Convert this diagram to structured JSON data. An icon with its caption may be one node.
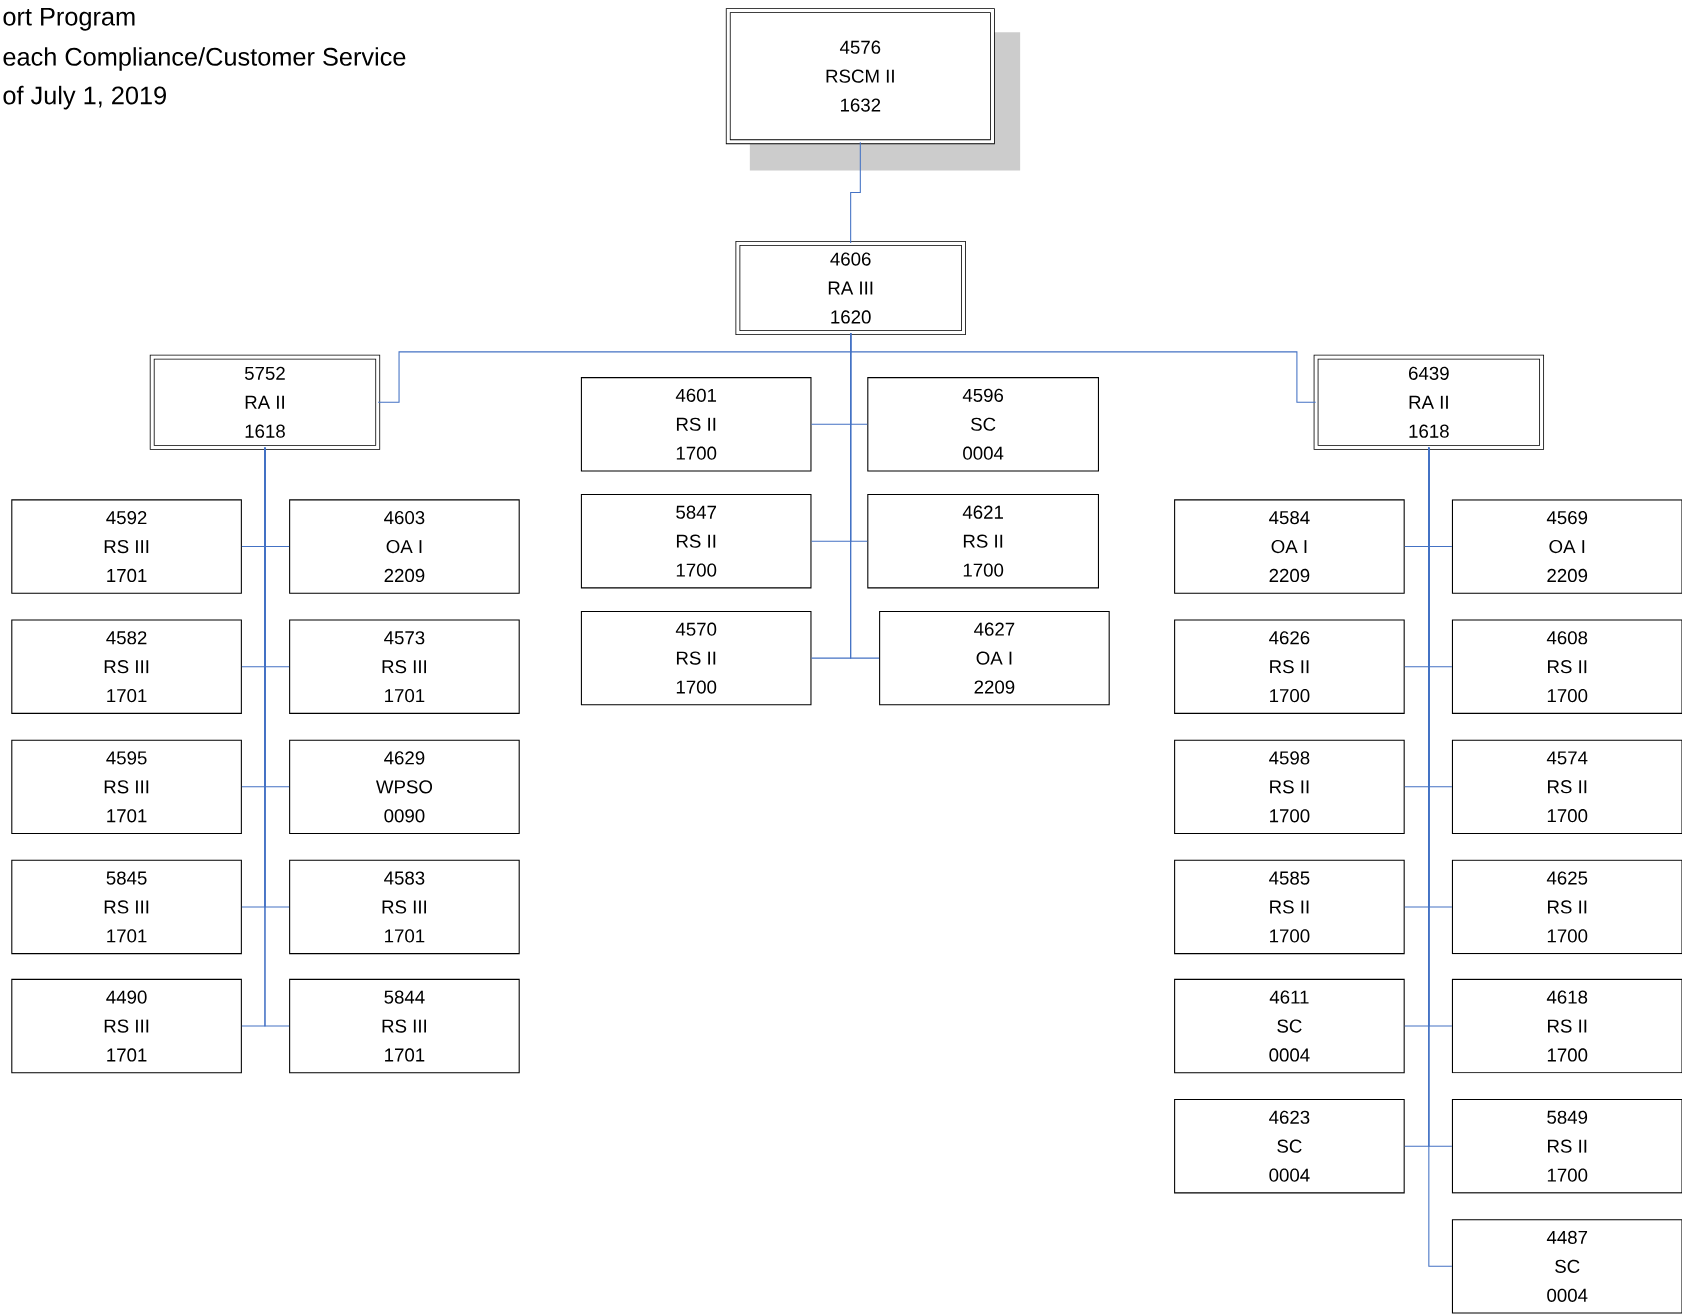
{
  "diagram": {
    "nodes": [
      {
        "text": [
          "4576",
          "RSCM II",
          "1632"
        ]
      },
      {
        "text": [
          "4606",
          "RA III",
          "1620"
        ]
      },
      {
        "text": [
          "5752",
          "RA II",
          "1618"
        ]
      },
      {
        "text": [
          "6439",
          "RA II",
          "1618"
        ]
      },
      {
        "text": [
          "4601",
          "RS II",
          "1700"
        ]
      },
      {
        "text": [
          "4596",
          "SC",
          "0004"
        ]
      },
      {
        "text": [
          "5847",
          "RS II",
          "1700"
        ]
      },
      {
        "text": [
          "4621",
          "RS II",
          "1700"
        ]
      },
      {
        "text": [
          "4570",
          "RS II",
          "1700"
        ]
      },
      {
        "text": [
          "4627",
          "OA I",
          "2209"
        ]
      },
      {
        "text": [
          "4592",
          "RS III",
          "1701"
        ]
      },
      {
        "text": [
          "4603",
          "OA I",
          "2209"
        ]
      },
      {
        "text": [
          "4582",
          "RS III",
          "1701"
        ]
      },
      {
        "text": [
          "4573",
          "RS III",
          "1701"
        ]
      },
      {
        "text": [
          "4595",
          "RS III",
          "1701"
        ]
      },
      {
        "text": [
          "4629",
          "WPSO",
          "0090"
        ]
      },
      {
        "text": [
          "5845",
          "RS III",
          "1701"
        ]
      },
      {
        "text": [
          "4583",
          "RS III",
          "1701"
        ]
      },
      {
        "text": [
          "4490",
          "RS III",
          "1701"
        ]
      },
      {
        "text": [
          "5844",
          "RS III",
          "1701"
        ]
      },
      {
        "text": [
          "4584",
          "OA I",
          "2209"
        ]
      },
      {
        "text": [
          "4569",
          "OA I",
          "2209"
        ]
      },
      {
        "text": [
          "4626",
          "RS II",
          "1700"
        ]
      },
      {
        "text": [
          "4608",
          "RS II",
          "1700"
        ]
      },
      {
        "text": [
          "4598",
          "RS II",
          "1700"
        ]
      },
      {
        "text": [
          "4574",
          "RS II",
          "1700"
        ]
      },
      {
        "text": [
          "4585",
          "RS II",
          "1700"
        ]
      },
      {
        "text": [
          "4625",
          "RS II",
          "1700"
        ]
      },
      {
        "text": [
          "4611",
          "SC",
          "0004"
        ]
      },
      {
        "text": [
          "4618",
          "RS II",
          "1700"
        ]
      },
      {
        "text": [
          "4623",
          "SC",
          "0004"
        ]
      },
      {
        "text": [
          "5849",
          "RS II",
          "1700"
        ]
      },
      {
        "text": [
          "4487",
          "SC",
          "0004"
        ]
      }
    ],
    "edges": [
      {
        "from": 0,
        "to": 1,
        "arrow": "none"
      },
      {
        "from": 1,
        "to": 2,
        "arrow": "none"
      },
      {
        "from": 1,
        "to": 3,
        "arrow": "none"
      },
      {
        "from": 1,
        "to": 4,
        "arrow": "none"
      },
      {
        "from": 1,
        "to": 5,
        "arrow": "none"
      },
      {
        "from": 1,
        "to": 6,
        "arrow": "none"
      },
      {
        "from": 1,
        "to": 7,
        "arrow": "none"
      },
      {
        "from": 1,
        "to": 8,
        "arrow": "none"
      },
      {
        "from": 1,
        "to": 9,
        "arrow": "none"
      },
      {
        "from": 2,
        "to": 10,
        "arrow": "none"
      },
      {
        "from": 2,
        "to": 11,
        "arrow": "none"
      },
      {
        "from": 2,
        "to": 12,
        "arrow": "none"
      },
      {
        "from": 2,
        "to": 13,
        "arrow": "none"
      },
      {
        "from": 2,
        "to": 14,
        "arrow": "none"
      },
      {
        "from": 2,
        "to": 15,
        "arrow": "none"
      },
      {
        "from": 2,
        "to": 16,
        "arrow": "none"
      },
      {
        "from": 2,
        "to": 17,
        "arrow": "none"
      },
      {
        "from": 2,
        "to": 18,
        "arrow": "none"
      },
      {
        "from": 2,
        "to": 19,
        "arrow": "none"
      },
      {
        "from": 3,
        "to": 20,
        "arrow": "none"
      },
      {
        "from": 3,
        "to": 21,
        "arrow": "none"
      },
      {
        "from": 3,
        "to": 22,
        "arrow": "none"
      },
      {
        "from": 3,
        "to": 23,
        "arrow": "none"
      },
      {
        "from": 3,
        "to": 24,
        "arrow": "none"
      },
      {
        "from": 3,
        "to": 25,
        "arrow": "none"
      },
      {
        "from": 3,
        "to": 26,
        "arrow": "none"
      },
      {
        "from": 3,
        "to": 27,
        "arrow": "none"
      },
      {
        "from": 3,
        "to": 28,
        "arrow": "none"
      },
      {
        "from": 3,
        "to": 29,
        "arrow": "none"
      },
      {
        "from": 3,
        "to": 30,
        "arrow": "none"
      },
      {
        "from": 3,
        "to": 31,
        "arrow": "none"
      },
      {
        "from": 3,
        "to": 32,
        "arrow": "none"
      }
    ],
    "labels": [
      "ort Program",
      "each Compliance/Customer Service",
      "of July 1, 2019"
    ]
  }
}
